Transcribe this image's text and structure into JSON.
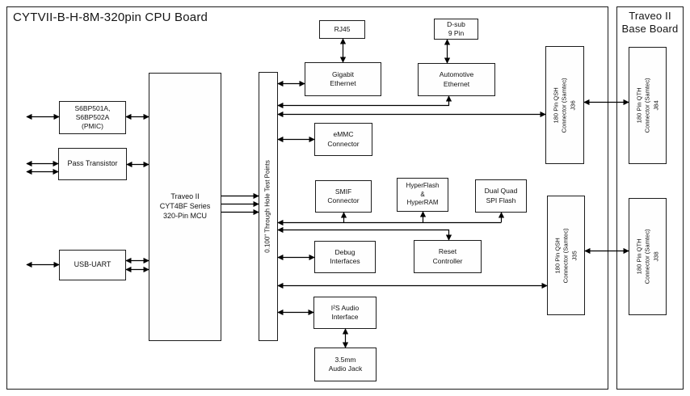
{
  "cpu_board": {
    "title": "CYTVII-B-H-8M-320pin CPU Board"
  },
  "base_board": {
    "title": "Traveo II\nBase Board"
  },
  "blocks": {
    "pmic": "S6BP501A,\nS6BP502A\n(PMIC)",
    "pass_transistor": "Pass Transistor",
    "usb_uart": "USB-UART",
    "mcu": "Traveo II\nCYT4BF Series\n320-Pin MCU",
    "test_points": "0.100\" Through Hole Test Points",
    "rj45": "RJ45",
    "dsub": "D-sub\n9 Pin",
    "gigabit_ethernet": "Gigabit\nEthernet",
    "automotive_ethernet": "Automotive\nEthernet",
    "emmc": "eMMC\nConnector",
    "smif": "SMIF\nConnector",
    "hyperflash": "HyperFlash\n&\nHyperRAM",
    "dual_quad": "Dual Quad\nSPI Flash",
    "debug": "Debug\nInterfaces",
    "reset": "Reset\nController",
    "i2s": "I²S Audio\nInterface",
    "audio_jack": "3.5mm\nAudio Jack",
    "j36": "180 Pin QSH\nConnector (Samtec)\nJ36",
    "j35": "180 Pin QSH\nConnector (Samtec)\nJ35",
    "j84": "180 Pin QTH\nConnector (Samtec)\nJ84",
    "j38": "180 Pin QTH\nConnector (Samtec)\nJ38"
  },
  "colors": {
    "line": "#000000",
    "box_border": "#1c1c1c",
    "background": "#ffffff"
  }
}
